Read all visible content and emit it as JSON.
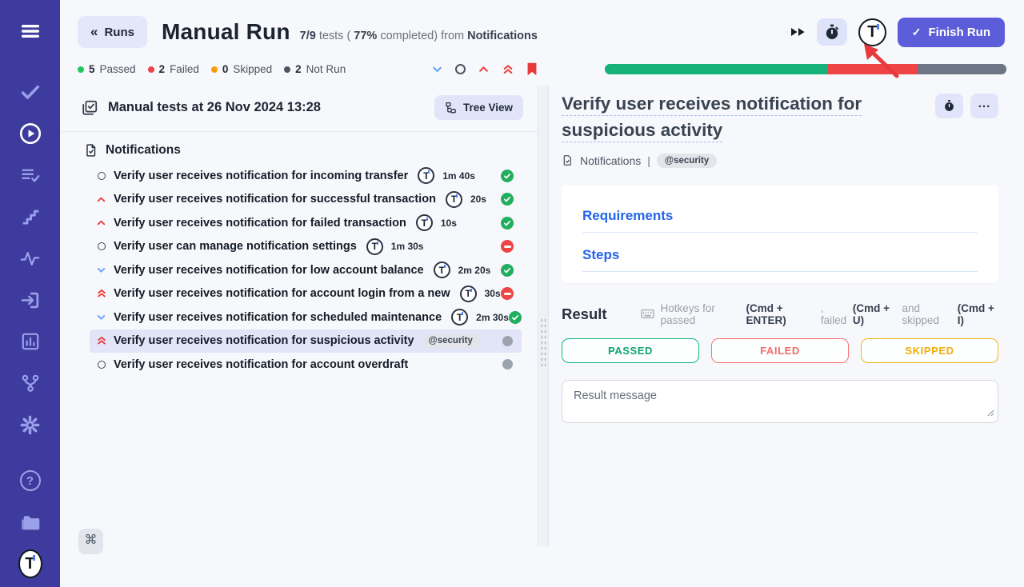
{
  "brand": {
    "letter": "T"
  },
  "sidebar": {
    "bg_color": "#3e3b9e",
    "icon_color": "#9aa1ea",
    "active_icon_color": "#ffffff",
    "items": [
      "menu",
      "tests",
      "runs",
      "test-plans",
      "steps",
      "pulse",
      "import",
      "analytics",
      "branches",
      "settings",
      "help",
      "projects",
      "logo"
    ]
  },
  "header": {
    "back_button": "Runs",
    "title": "Manual Run",
    "tests_ratio": "7/9",
    "tests_word": "tests (",
    "percent": "77%",
    "completed_word": "completed) from",
    "source": "Notifications",
    "finish_button": "Finish Run",
    "finish_check": "✓",
    "back_chevron": "«",
    "accent_color": "#5c5ed9"
  },
  "status_bar": {
    "items": [
      {
        "count": "5",
        "label": "Passed",
        "color": "#22c55e"
      },
      {
        "count": "2",
        "label": "Failed",
        "color": "#ef4444"
      },
      {
        "count": "0",
        "label": "Skipped",
        "color": "#f59e0b"
      },
      {
        "count": "2",
        "label": "Not Run",
        "color": "#4b5563"
      }
    ]
  },
  "progress": {
    "segments": [
      {
        "status": "passed",
        "percent": 55.6,
        "color": "#17b27c"
      },
      {
        "status": "failed",
        "percent": 22.2,
        "color": "#ee4445"
      },
      {
        "status": "not_run",
        "percent": 22.2,
        "color": "#6e7584"
      }
    ]
  },
  "run_panel": {
    "run_title": "Manual tests at 26 Nov 2024 13:28",
    "tree_view_button": "Tree View",
    "group": "Notifications",
    "tests": [
      {
        "title": "Verify user receives notification for incoming transfer",
        "priority": "normal",
        "duration": "1m 40s",
        "status": "passed"
      },
      {
        "title": "Verify user receives notification for successful transaction",
        "priority": "high",
        "duration": "20s",
        "status": "passed"
      },
      {
        "title": "Verify user receives notification for failed transaction",
        "priority": "high",
        "duration": "10s",
        "status": "passed"
      },
      {
        "title": "Verify user can manage notification settings",
        "priority": "normal",
        "duration": "1m 30s",
        "status": "failed"
      },
      {
        "title": "Verify user receives notification for low account balance",
        "priority": "low",
        "duration": "2m 20s",
        "status": "passed"
      },
      {
        "title": "Verify user receives notification for account login from a new",
        "priority": "critical",
        "duration": "30s",
        "status": "failed"
      },
      {
        "title": "Verify user receives notification for scheduled maintenance",
        "priority": "low",
        "duration": "2m 30s",
        "status": "passed"
      },
      {
        "title": "Verify user receives notification for suspicious activity",
        "priority": "critical",
        "tag": "@security",
        "status": "not_run",
        "selected": true
      },
      {
        "title": "Verify user receives notification for account overdraft",
        "priority": "normal",
        "status": "not_run"
      }
    ],
    "hotkey_hint": "⌘"
  },
  "detail_panel": {
    "title": "Verify user receives notification for suspicious activity",
    "breadcrumb": "Notifications",
    "breadcrumb_sep": "|",
    "tag": "@security",
    "ellipsis": "...",
    "sections": {
      "requirements": "Requirements",
      "steps": "Steps"
    },
    "result": {
      "heading": "Result",
      "hotkeys": [
        {
          "text": "Hotkeys for passed"
        },
        {
          "text": "(Cmd + ENTER)",
          "bold": true
        },
        {
          "text": ", failed"
        },
        {
          "text": "(Cmd + U)",
          "bold": true
        },
        {
          "text": "and skipped"
        },
        {
          "text": "(Cmd + I)",
          "bold": true
        }
      ],
      "buttons": [
        {
          "label": "PASSED",
          "color": "#10b981"
        },
        {
          "label": "FAILED",
          "color": "#f87171"
        },
        {
          "label": "SKIPPED",
          "color": "#f2b40c"
        }
      ],
      "message_placeholder": "Result message"
    }
  }
}
